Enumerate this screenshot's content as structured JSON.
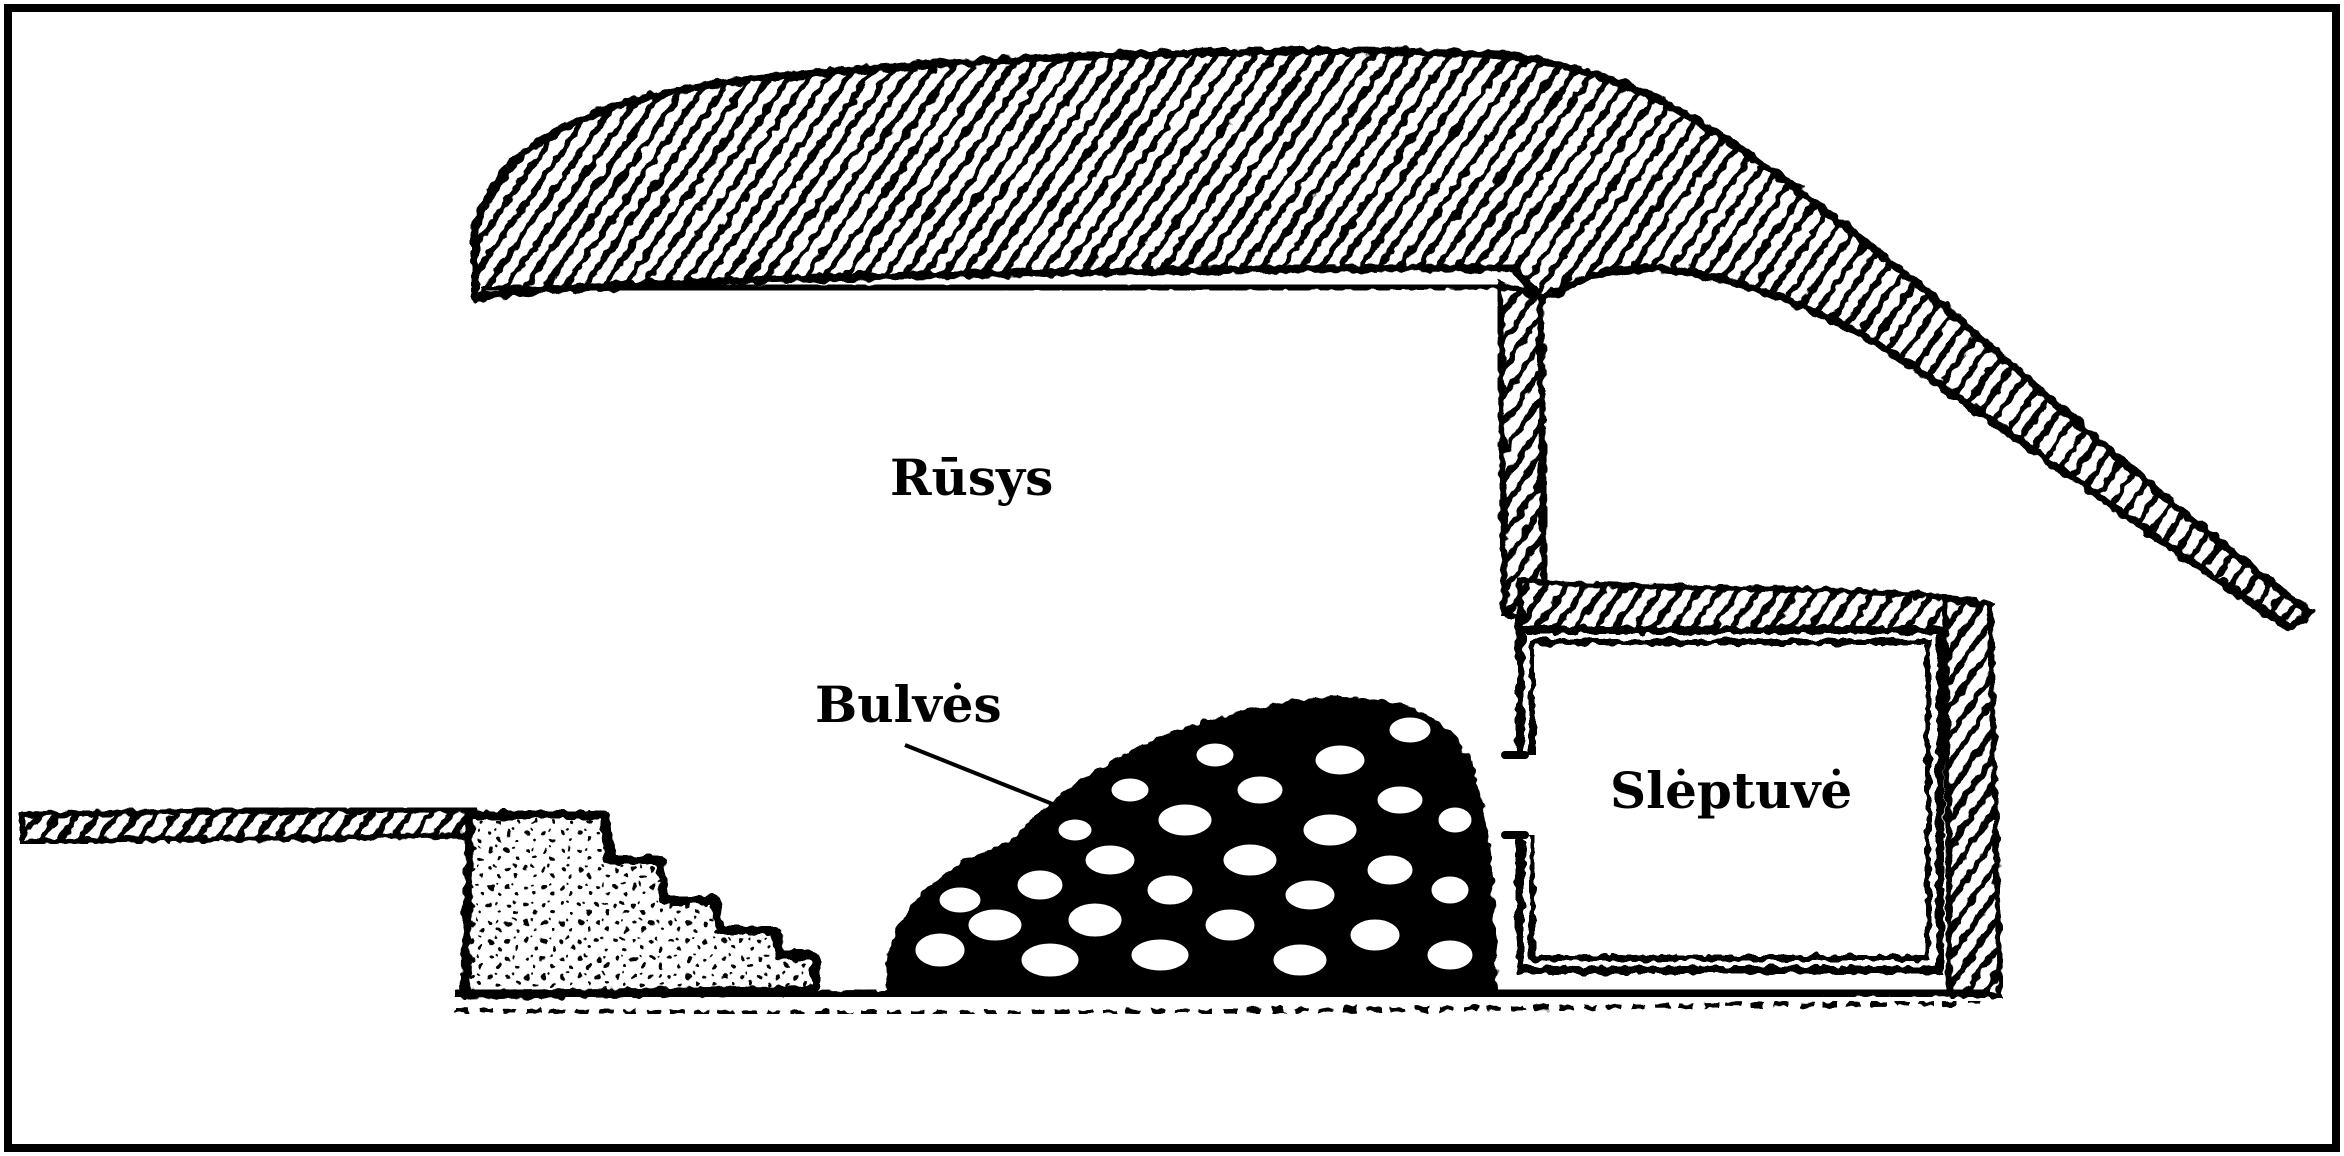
{
  "diagram": {
    "labels": {
      "cellar": "Rūsys",
      "potatoes": "Bulvės",
      "hideout": "Slėptuvė"
    },
    "colors": {
      "ink": "#000000",
      "paper": "#ffffff"
    }
  }
}
